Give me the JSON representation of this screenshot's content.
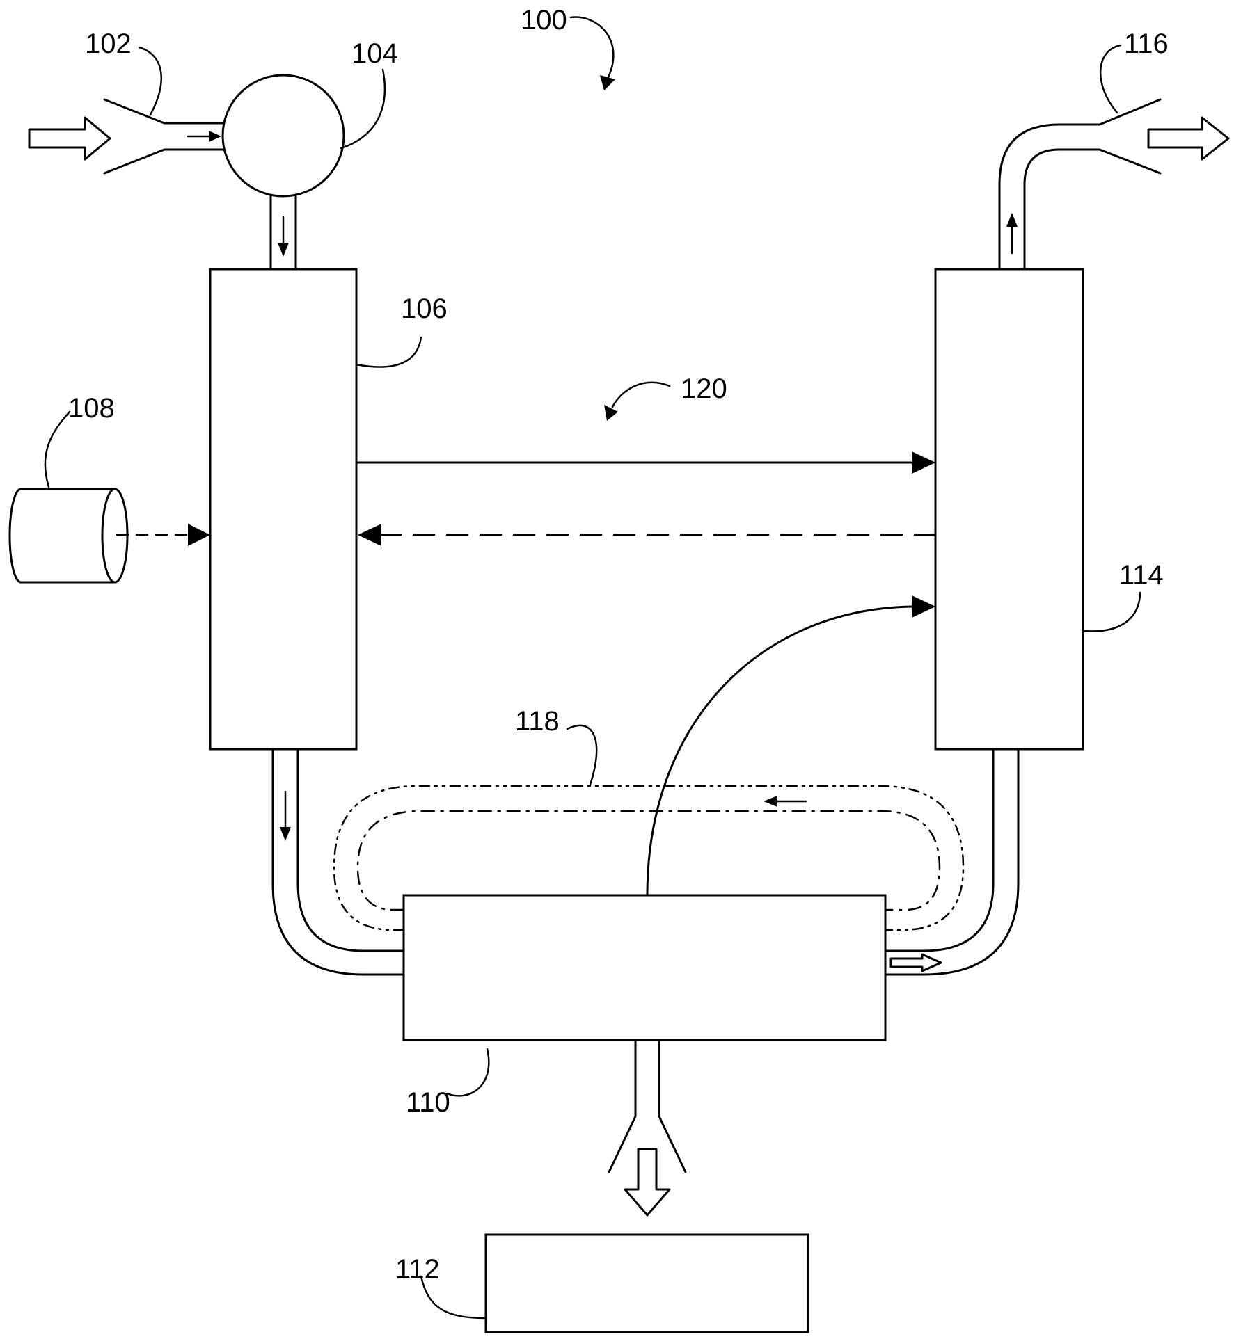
{
  "labels": {
    "system": "100",
    "inlet": "102",
    "pump": "104",
    "unit_106": "106",
    "source_108": "108",
    "unit_110": "110",
    "unit_112": "112",
    "unit_114": "114",
    "outlet": "116",
    "recycle_loop": "118",
    "signal_lines": "120"
  }
}
